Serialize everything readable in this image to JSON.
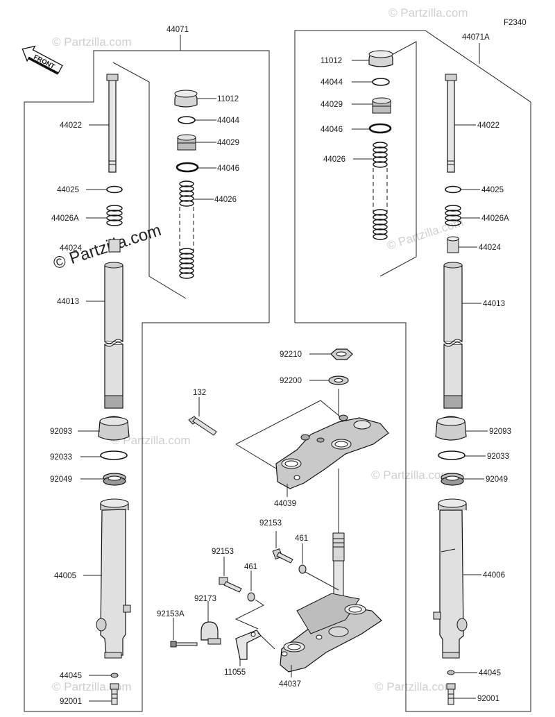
{
  "diagram_code": "F2340",
  "watermarks": {
    "main": "© Partzilla.com",
    "faint": "© Partzilla.com"
  },
  "front_badge": "FRONT",
  "assemblies": {
    "left": "44071",
    "right": "44071A"
  },
  "labels": {
    "l_11012": "11012",
    "l_44044": "44044",
    "l_44029": "44029",
    "l_44046": "44046",
    "l_44026": "44026",
    "l_44022": "44022",
    "l_44025": "44025",
    "l_44026A": "44026A",
    "l_44024": "44024",
    "l_44013": "44013",
    "l_92093": "92093",
    "l_92033": "92033",
    "l_92049": "92049",
    "l_44005": "44005",
    "l_44045": "44045",
    "l_92001": "92001",
    "r_11012": "11012",
    "r_44044": "44044",
    "r_44029": "44029",
    "r_44046": "44046",
    "r_44026": "44026",
    "r_44022": "44022",
    "r_44025": "44025",
    "r_44026A": "44026A",
    "r_44024": "44024",
    "r_44013": "44013",
    "r_92093": "92093",
    "r_92033": "92033",
    "r_92049": "92049",
    "r_44006": "44006",
    "r_44045": "44045",
    "r_92001": "92001",
    "c_92210": "92210",
    "c_92200": "92200",
    "c_132": "132",
    "c_44039": "44039",
    "c_92153a": "92153",
    "c_461a": "461",
    "c_92153b": "92153",
    "c_461b": "461",
    "c_92173": "92173",
    "c_92153A": "92153A",
    "c_11055": "11055",
    "c_44037": "44037"
  }
}
